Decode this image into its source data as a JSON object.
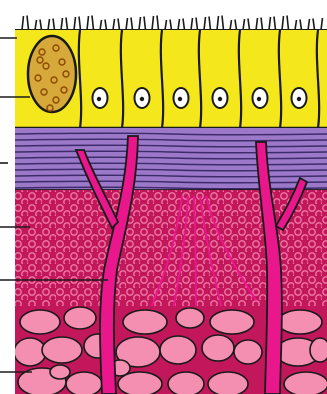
{
  "figure": {
    "kind": "histology-diagram",
    "layers": [
      {
        "id": "cilia",
        "color": "#1a1a1a"
      },
      {
        "id": "epithelium",
        "color": "#f4e81c",
        "cell_count": 7,
        "goblet_cell_count": 1
      },
      {
        "id": "basement-membrane",
        "color": "#9b78c8"
      },
      {
        "id": "lamina-propria",
        "color": "#c2185b"
      },
      {
        "id": "submucosa-fat",
        "color": "#f48fb1"
      }
    ],
    "vessels": {
      "count": 2,
      "color": "#e9168c"
    },
    "fibers": {
      "color": "#e9168c"
    },
    "leader_lines": {
      "count": 6,
      "color": "#1a1a1a"
    }
  }
}
